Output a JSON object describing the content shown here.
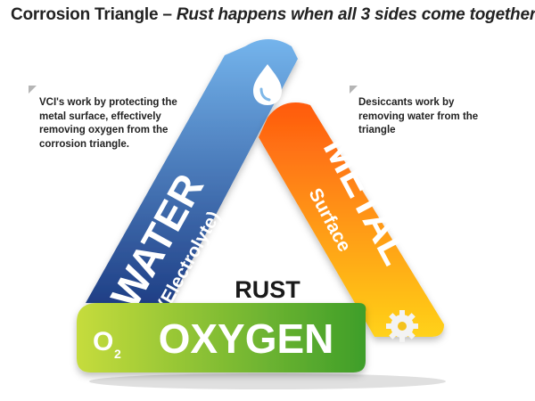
{
  "header": {
    "title": "Corrosion Triangle –",
    "subtitle": "Rust happens when all 3 sides come together."
  },
  "notes": {
    "left": "VCI's work by protecting the metal surface, effectively removing oxygen from the corrosion triangle.",
    "right": "Desiccants work by removing water from the triangle"
  },
  "triangle": {
    "center_label": "RUST",
    "sides": {
      "water": {
        "label": "WATER",
        "sublabel": "(Electrolyte)",
        "icon": "water-drop-icon"
      },
      "metal": {
        "label": "METAL",
        "sublabel": "Surface",
        "icon": "gear-icon"
      },
      "oxygen": {
        "label": "OXYGEN",
        "icon": "o2-icon",
        "icon_text": "O",
        "icon_sub": "2"
      }
    }
  },
  "colors": {
    "water_top": "#74b4ec",
    "water_bottom": "#1f3f86",
    "metal_top": "#ff5a10",
    "metal_bottom": "#ffd21a",
    "oxygen_left": "#c6dc3c",
    "oxygen_right": "#3e9e2a",
    "rust_text": "#1a1a1a"
  }
}
